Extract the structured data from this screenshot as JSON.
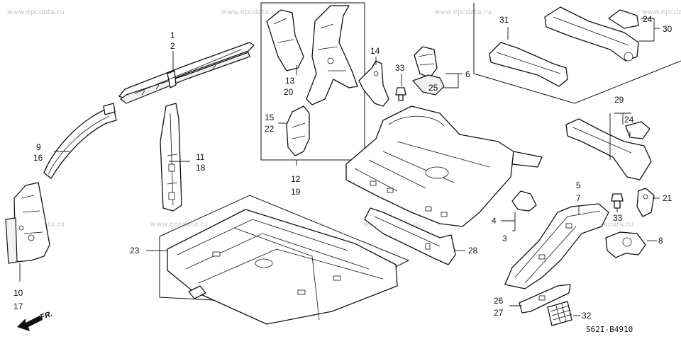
{
  "watermark": "www.epcdata.ru",
  "diagram_code": "S62I-B4910",
  "direction_label": "FR.",
  "callouts": {
    "c1": "1",
    "c2": "2",
    "c3": "3",
    "c4": "4",
    "c5": "5",
    "c6": "6",
    "c7": "7",
    "c8": "8",
    "c9": "9",
    "c10": "10",
    "c11": "11",
    "c12": "12",
    "c13": "13",
    "c14": "14",
    "c15": "15",
    "c16": "16",
    "c17": "17",
    "c18": "18",
    "c19": "19",
    "c20": "20",
    "c21": "21",
    "c22": "22",
    "c23": "23",
    "c24a": "24",
    "c24b": "24",
    "c25": "25",
    "c26": "26",
    "c27": "27",
    "c28": "28",
    "c29": "29",
    "c30": "30",
    "c31": "31",
    "c32": "32",
    "c33a": "33",
    "c33b": "33"
  }
}
